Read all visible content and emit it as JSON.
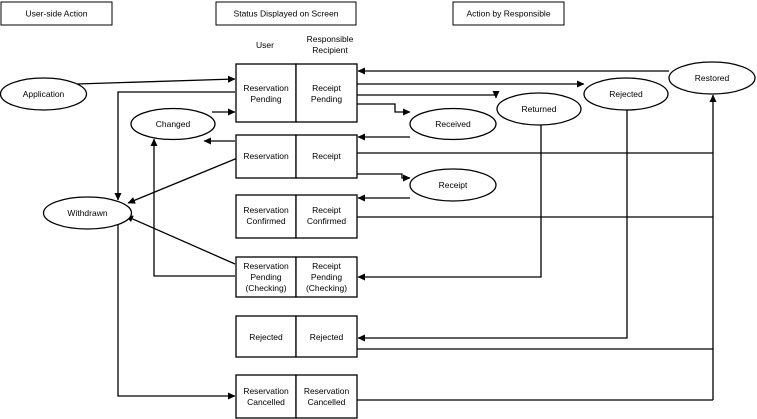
{
  "headers": {
    "user_action": "User-side Action",
    "status_displayed": "Status Displayed on Screen",
    "action_by_responsible": "Action by Responsible"
  },
  "columns": {
    "user": "User",
    "recipient_line1": "Responsible",
    "recipient_line2": "Recipient"
  },
  "user_actions": {
    "application": "Application",
    "changed": "Changed",
    "withdrawn": "Withdrawn"
  },
  "responsible_actions": {
    "received": "Received",
    "returned": "Returned",
    "rejected": "Rejected",
    "restored": "Restored",
    "receipt": "Receipt"
  },
  "statuses": [
    {
      "user": [
        "Reservation",
        "Pending"
      ],
      "recipient": [
        "Receipt",
        "Pending"
      ]
    },
    {
      "user": [
        "Reservation"
      ],
      "recipient": [
        "Receipt"
      ]
    },
    {
      "user": [
        "Reservation",
        "Confirmed"
      ],
      "recipient": [
        "Receipt",
        "Confirmed"
      ]
    },
    {
      "user": [
        "Reservation",
        "Pending",
        "(Checking)"
      ],
      "recipient": [
        "Receipt",
        "Pending",
        "(Checking)"
      ]
    },
    {
      "user": [
        "Rejected"
      ],
      "recipient": [
        "Rejected"
      ]
    },
    {
      "user": [
        "Reservation",
        "Cancelled"
      ],
      "recipient": [
        "Reservation",
        "Cancelled"
      ]
    }
  ]
}
